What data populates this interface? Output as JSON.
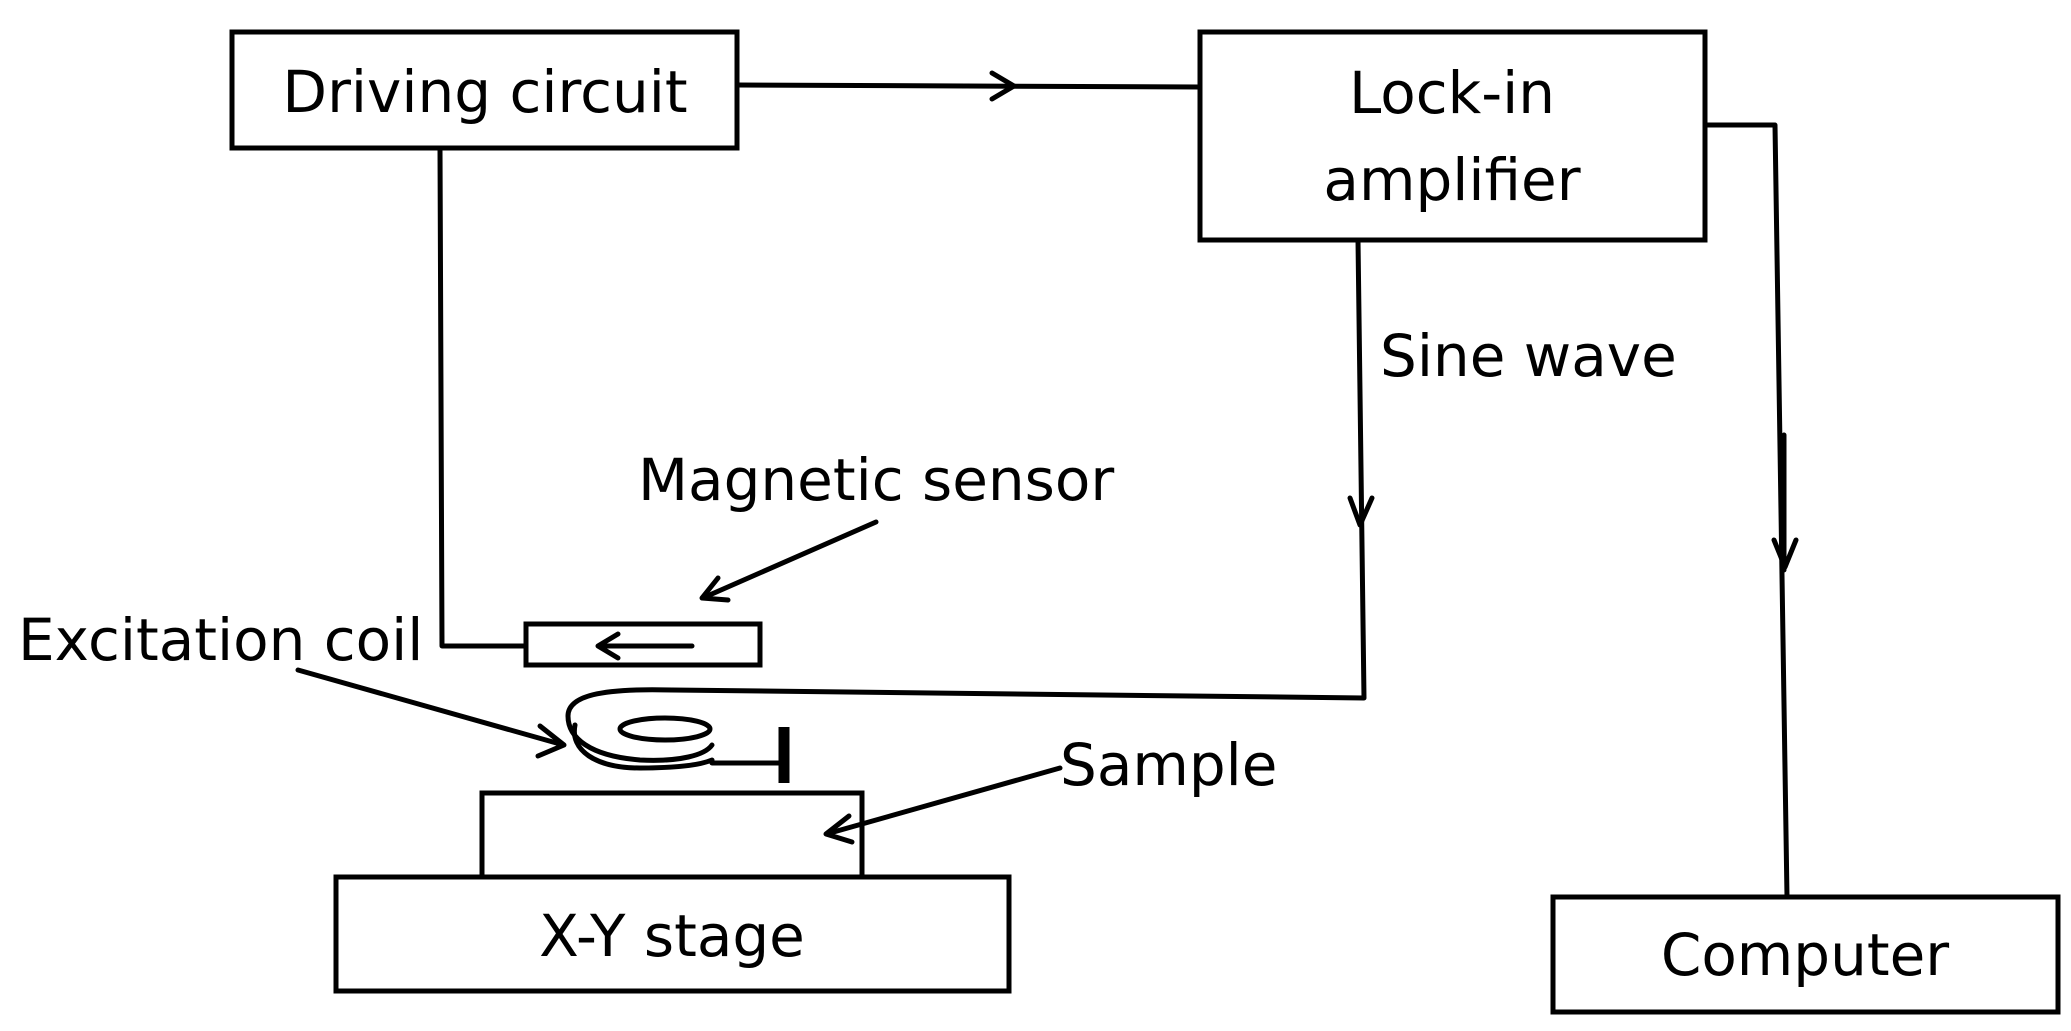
{
  "blocks": {
    "driving_circuit": "Driving circuit",
    "lock_in_line1": "Lock-in",
    "lock_in_line2": "amplifier",
    "xy_stage": "X-Y stage",
    "computer": "Computer"
  },
  "annotations": {
    "sine_wave": "Sine wave",
    "magnetic_sensor": "Magnetic sensor",
    "excitation_coil": "Excitation coil",
    "sample": "Sample"
  }
}
